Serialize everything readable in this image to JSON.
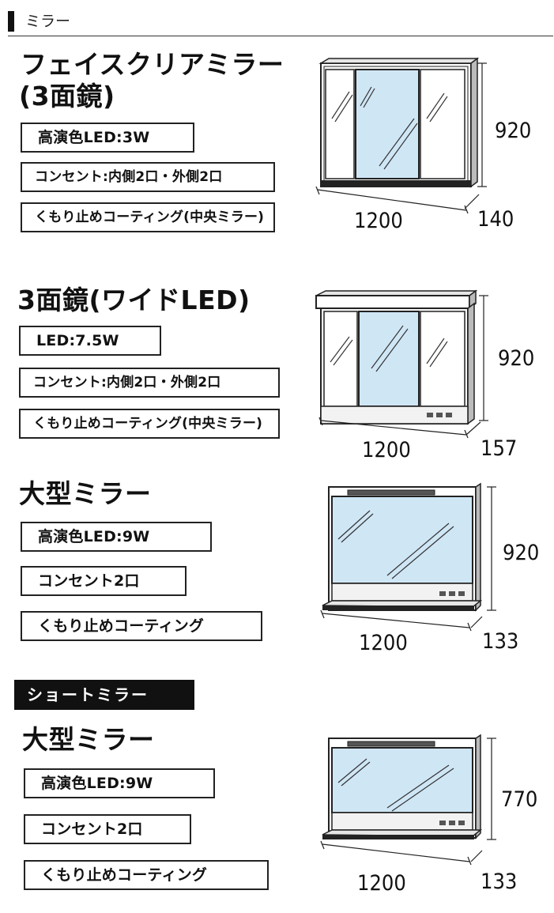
{
  "header": {
    "title": "ミラー"
  },
  "mirrors": [
    {
      "title": "フェイスクリアミラー",
      "title2": "(3面鏡)",
      "specs": [
        "高演色LED:3W",
        "コンセント:内側2口・外側2口",
        "くもり止めコーティング(中央ミラー)"
      ],
      "dims": {
        "height": "920",
        "width": "1200",
        "depth": "140"
      }
    },
    {
      "title": "3面鏡(ワイドLED)",
      "specs": [
        "LED:7.5W",
        "コンセント:内側2口・外側2口",
        "くもり止めコーティング(中央ミラー)"
      ],
      "dims": {
        "height": "920",
        "width": "1200",
        "depth": "157"
      }
    },
    {
      "title": "大型ミラー",
      "specs": [
        "高演色LED:9W",
        "コンセント2口",
        "くもり止めコーティング"
      ],
      "dims": {
        "height": "920",
        "width": "1200",
        "depth": "133"
      }
    }
  ],
  "short_section": {
    "label": "ショートミラー",
    "title": "大型ミラー",
    "specs": [
      "高演色LED:9W",
      "コンセント2口",
      "くもり止めコーティング"
    ],
    "dims": {
      "height": "770",
      "width": "1200",
      "depth": "133"
    }
  },
  "colors": {
    "glass": "#cfe6f5",
    "frame": "#222222",
    "panel": "#f2f2f2"
  }
}
